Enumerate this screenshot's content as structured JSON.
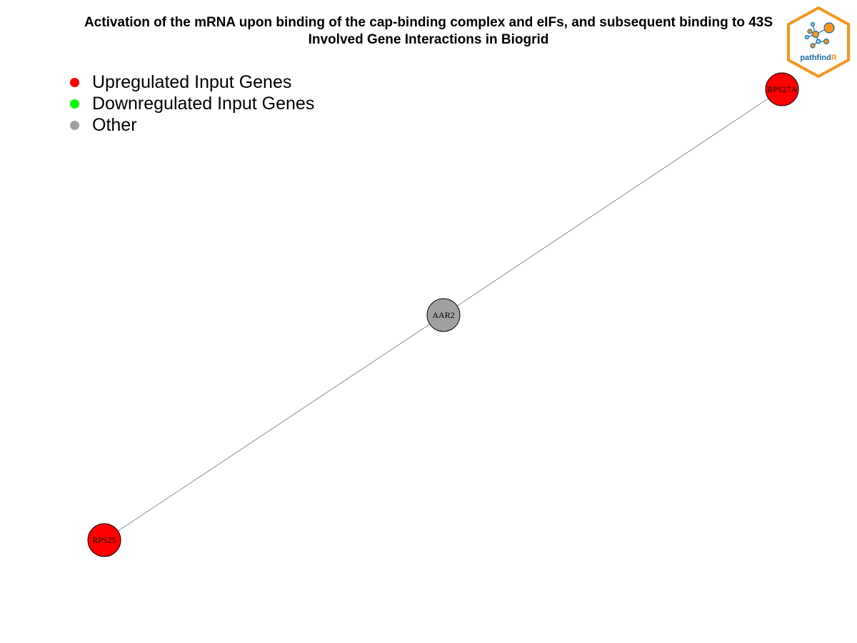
{
  "title_line1": "Activation of the mRNA upon binding of the cap-binding complex and eIFs, and subsequent binding to 43S",
  "title_line2": "Involved Gene Interactions in Biogrid",
  "legend": [
    {
      "label": "Upregulated Input Genes",
      "color": "#ff0000"
    },
    {
      "label": "Downregulated Input Genes",
      "color": "#00ff00"
    },
    {
      "label": "Other",
      "color": "#a0a0a0"
    }
  ],
  "nodes": [
    {
      "id": "RPS27A",
      "label": "RPS27A",
      "category": "upregulated",
      "color": "#ff0000"
    },
    {
      "id": "AAR2",
      "label": "AAR2",
      "category": "other",
      "color": "#a0a0a0"
    },
    {
      "id": "RPS25",
      "label": "RPS25",
      "category": "upregulated",
      "color": "#ff0000"
    }
  ],
  "edges": [
    {
      "source": "RPS27A",
      "target": "AAR2"
    },
    {
      "source": "AAR2",
      "target": "RPS25"
    }
  ],
  "logo": {
    "text_main": "pathfind",
    "text_accent": "R",
    "border_color": "#f7941d",
    "text_color": "#1a6fa0",
    "accent_color": "#f7941d"
  }
}
